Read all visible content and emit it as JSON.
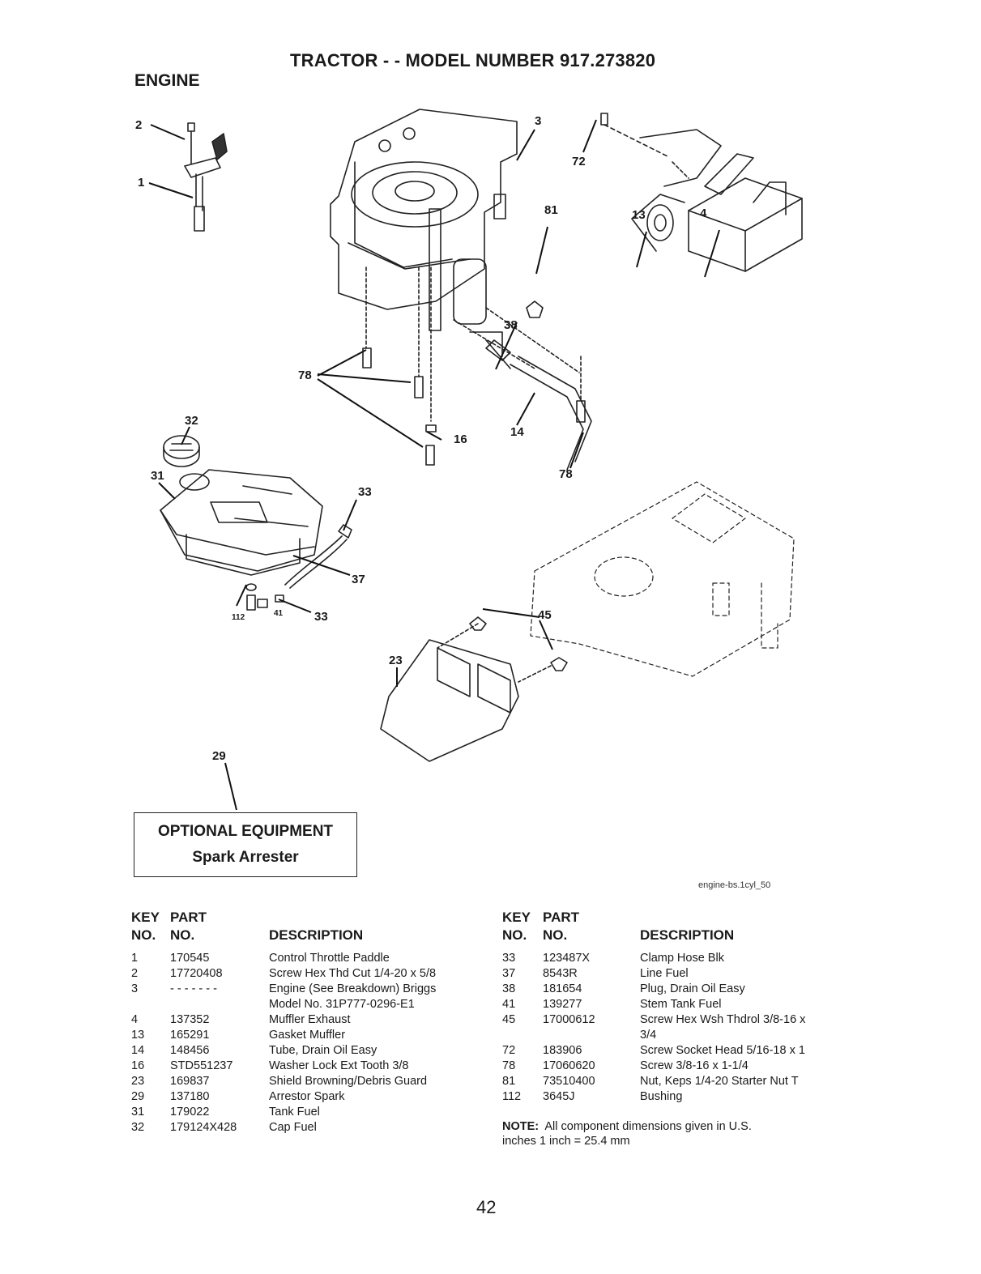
{
  "header": {
    "title": "TRACTOR - - MODEL NUMBER 917.273820",
    "section": "ENGINE"
  },
  "callouts": {
    "c1": "1",
    "c2": "2",
    "c3": "3",
    "c4": "4",
    "c13": "13",
    "c14": "14",
    "c16": "16",
    "c23": "23",
    "c29": "29",
    "c31": "31",
    "c32": "32",
    "c33a": "33",
    "c33b": "33",
    "c37": "37",
    "c38": "38",
    "c41": "41",
    "c45": "45",
    "c72": "72",
    "c78a": "78",
    "c78b": "78",
    "c81": "81",
    "c112": "112"
  },
  "optional_box": {
    "line1": "OPTIONAL EQUIPMENT",
    "line2": "Spark Arrester"
  },
  "diagram_ref": "engine-bs.1cyl_50",
  "table_headers": {
    "key_line1": "KEY",
    "key_line2": "NO.",
    "part_line1": "PART",
    "part_line2": "NO.",
    "description": "DESCRIPTION"
  },
  "parts_left": [
    {
      "key": "1",
      "part": "170545",
      "desc": "Control Throttle Paddle"
    },
    {
      "key": "2",
      "part": "17720408",
      "desc": "Screw Hex Thd Cut 1/4-20 x 5/8"
    },
    {
      "key": "3",
      "part": "- - - - - - -",
      "desc": "Engine (See Breakdown) Briggs"
    },
    {
      "key": "",
      "part": "",
      "desc": "Model No. 31P777-0296-E1"
    },
    {
      "key": "4",
      "part": "137352",
      "desc": "Muffler Exhaust"
    },
    {
      "key": "13",
      "part": "165291",
      "desc": "Gasket Muffler"
    },
    {
      "key": "14",
      "part": "148456",
      "desc": "Tube, Drain Oil Easy"
    },
    {
      "key": "16",
      "part": "STD551237",
      "desc": "Washer Lock Ext Tooth 3/8"
    },
    {
      "key": "23",
      "part": "169837",
      "desc": "Shield Browning/Debris Guard"
    },
    {
      "key": "29",
      "part": "137180",
      "desc": "Arrestor Spark"
    },
    {
      "key": "31",
      "part": "179022",
      "desc": "Tank Fuel"
    },
    {
      "key": "32",
      "part": "179124X428",
      "desc": "Cap Fuel"
    }
  ],
  "parts_right": [
    {
      "key": "33",
      "part": "123487X",
      "desc": "Clamp Hose Blk"
    },
    {
      "key": "37",
      "part": "8543R",
      "desc": "Line Fuel"
    },
    {
      "key": "38",
      "part": "181654",
      "desc": "Plug, Drain Oil Easy"
    },
    {
      "key": "41",
      "part": "139277",
      "desc": "Stem Tank Fuel"
    },
    {
      "key": "45",
      "part": "17000612",
      "desc": "Screw Hex Wsh Thdrol 3/8-16 x"
    },
    {
      "key": "",
      "part": "",
      "desc": "3/4"
    },
    {
      "key": "72",
      "part": "183906",
      "desc": "Screw Socket Head 5/16-18 x 1"
    },
    {
      "key": "78",
      "part": "17060620",
      "desc": "Screw  3/8-16 x 1-1/4"
    },
    {
      "key": "81",
      "part": "73510400",
      "desc": "Nut, Keps 1/4-20 Starter Nut T"
    },
    {
      "key": "112",
      "part": "3645J",
      "desc": "Bushing"
    }
  ],
  "note": {
    "label": "NOTE:",
    "text": "All component dimensions given in U.S.",
    "text2": "inches  1 inch = 25.4 mm"
  },
  "page_number": "42"
}
